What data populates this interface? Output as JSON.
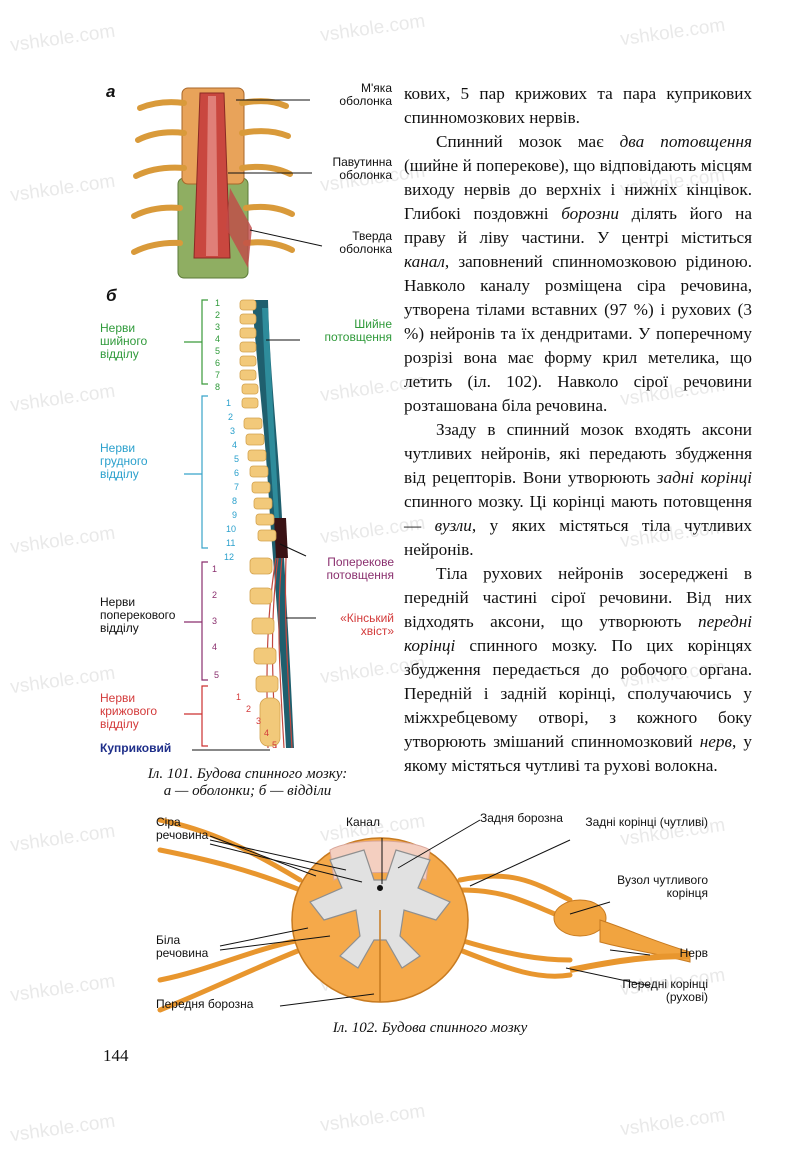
{
  "watermark": "vshkole.com",
  "figure101": {
    "panel_a_letter": "а",
    "panel_b_letter": "б",
    "membranes": [
      "М'яка оболонка",
      "Павутинна оболонка",
      "Тверда оболонка"
    ],
    "cervical_label": "Нерви шийного відділу",
    "thoracic_label": "Нерви грудного відділу",
    "lumbar_label": "Нерви поперекового відділу",
    "sacral_label": "Нерви крижового відділу",
    "coccygeal_label": "Куприковий",
    "cervical_thickening": "Шийне потовщення",
    "lumbar_thickening": "Поперекове потовщення",
    "cauda_equina": "«Кінський хвіст»",
    "cervical_numbers": [
      "1",
      "2",
      "3",
      "4",
      "5",
      "6",
      "7",
      "8"
    ],
    "thoracic_numbers": [
      "1",
      "2",
      "3",
      "4",
      "5",
      "6",
      "7",
      "8",
      "9",
      "10",
      "11",
      "12"
    ],
    "lumbar_numbers": [
      "1",
      "2",
      "3",
      "4",
      "5"
    ],
    "sacral_numbers": [
      "1",
      "2",
      "3",
      "4",
      "5"
    ],
    "caption_line1": "Іл. 101. Будова спинного мозку:",
    "caption_line2": "а — оболонки; б — відділи"
  },
  "text": {
    "p1": "кових, 5 пар крижових та пара куприкових спинномозкових нервів.",
    "p2": {
      "t1": "Спинний мозок має ",
      "e1": "два потовщення",
      "t2": " (шийне й поперекове), що відповідають місцям виходу нервів до верхніх і нижніх кінцівок. Глибокі поздовжні ",
      "e2": "борозни",
      "t3": " ділять його на праву й ліву частини. У центрі міститься ",
      "e3": "канал",
      "t4": ", заповнений спинномозковою рідиною. Навколо каналу розміщена сіра речовина, утворена тілами вставних (97 %) і рухових (3 %) нейронів та їх дендритами. У поперечному розрізі вона має форму крил метелика, що летить (іл. 102). Навколо сірої речовини розташована біла речовина."
    },
    "p3": {
      "t1": "Ззаду в спинний мозок входять аксони чутливих нейронів, які передають збудження від рецепторів. Вони утворюють ",
      "e1": "задні корінці",
      "t2": " спинного мозку. Ці корінці мають потовщення — ",
      "e2": "вузли",
      "t3": ", у яких містяться тіла чутливих нейронів."
    },
    "p4": {
      "t1": "Тіла рухових нейронів зосереджені в передній частині сірої речовини. Від них відходять аксони, що утворюють ",
      "e1": "передні корінці",
      "t2": " спинного мозку. По цих корінцях збудження передається до робочого органа. Передній і задній корінці, сполучаючись у міжхребцевому отворі, з кожного боку утворюють змішаний спинномозковий ",
      "e2": "нерв",
      "t3": ", у якому містяться чутливі та рухові волокна."
    }
  },
  "figure102": {
    "grey_matter": "Сіра речовина",
    "canal": "Канал",
    "posterior_sulcus": "Задня борозна",
    "posterior_roots": "Задні корінці (чутливі)",
    "ganglion": "Вузол чутливого корінця",
    "white_matter": "Біла речовина",
    "nerve": "Нерв",
    "anterior_fissure": "Передня борозна",
    "anterior_roots": "Передні корінці (рухові)",
    "caption": "Іл. 102. Будова спинного мозку"
  },
  "page_number": "144"
}
